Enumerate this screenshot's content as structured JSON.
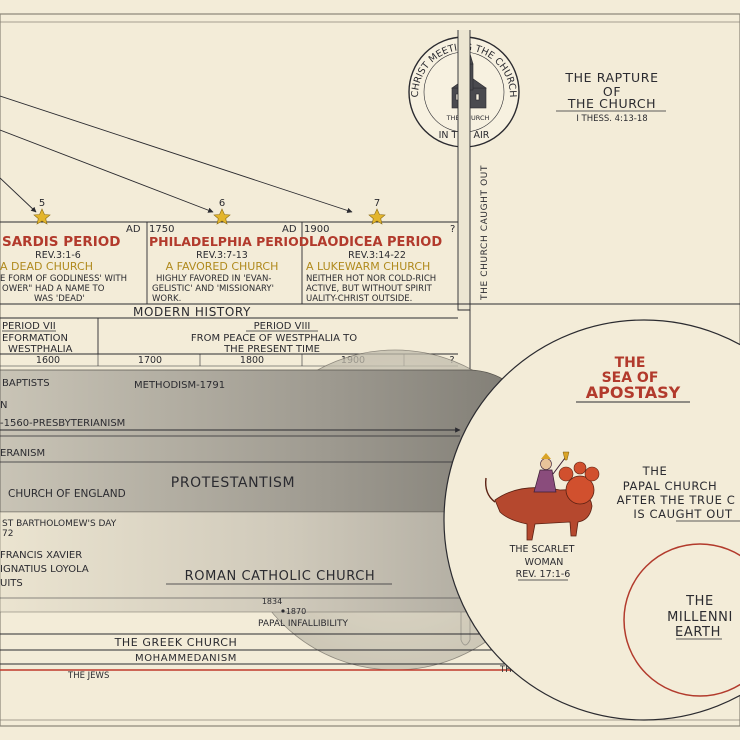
{
  "rapture": {
    "circle_text_top": "CHRIST MEETING THE CHURCH",
    "circle_text_inner": "THE CHURCH",
    "circle_text_bottom": "IN THE AIR",
    "title_line1": "THE RAPTURE",
    "title_line2": "OF",
    "title_line3": "THE CHURCH",
    "reference": "I THESS. 4:13-18",
    "column_label": "THE CHURCH CAUGHT OUT"
  },
  "church_periods": [
    {
      "number": "5",
      "era": "AD",
      "name": "SARDIS PERIOD",
      "reference": "REV.3:1-6",
      "subtitle": "A DEAD CHURCH",
      "desc_line1": "E FORM OF GODLINESS' WITH",
      "desc_line2": "OWER\" HAD A NAME TO",
      "desc_line3": "WAS 'DEAD'"
    },
    {
      "number": "6",
      "start": "1750",
      "era": "AD",
      "name": "PHILADELPHIA PERIOD",
      "reference": "REV.3:7-13",
      "subtitle": "A FAVORED CHURCH",
      "desc_line1": "HIGHLY FAVORED IN 'EVAN-",
      "desc_line2": "GELISTIC' AND 'MISSIONARY'",
      "desc_line3": "WORK."
    },
    {
      "number": "7",
      "start": "1900",
      "end": "?",
      "name": "LAODICEA PERIOD",
      "reference": "REV.3:14-22",
      "subtitle": "A LUKEWARM CHURCH",
      "desc_line1": "NEITHER HOT NOR COLD-RICH",
      "desc_line2": "ACTIVE, BUT WITHOUT SPIRIT",
      "desc_line3": "UALITY-CHRIST OUTSIDE."
    }
  ],
  "modern_history": {
    "title": "MODERN HISTORY",
    "period7_line1": "PERIOD VII",
    "period7_line2": "EFORMATION",
    "period7_line3": "WESTPHALIA",
    "period8_line1": "PERIOD VIII",
    "period8_line2": "FROM PEACE OF WESTPHALIA TO",
    "period8_line3": "THE PRESENT TIME",
    "years": [
      "1600",
      "1700",
      "1800",
      "1900",
      "?"
    ]
  },
  "streams": {
    "baptists": "BAPTISTS",
    "methodism": "METHODISM-1791",
    "n": "N",
    "presbyterianism": "-1560-PRESBYTERIANISM",
    "eranism": "ERANISM",
    "church_of_england": "CHURCH OF ENGLAND",
    "protestantism": "PROTESTANTISM",
    "bartholomew": "ST BARTHOLOMEW'S DAY",
    "bartholomew_year": "72",
    "xavier": "FRANCIS XAVIER",
    "loyola": "IGNATIUS LOYOLA",
    "jesuits": "UITS",
    "roman_catholic": "ROMAN CATHOLIC CHURCH",
    "year_1834": "1834",
    "year_1870": "1870",
    "papal_infallibility": "PAPAL INFALLIBILITY",
    "greek_church": "THE GREEK CHURCH",
    "mohammedanism": "MOHAMMEDANISM",
    "jews_left": "THE JEWS",
    "jews_right": "THE JEWS"
  },
  "apostasy": {
    "line1": "THE",
    "line2": "SEA OF",
    "line3": "APOSTASY",
    "papal_line1": "THE",
    "papal_line2": "PAPAL CHURCH",
    "papal_line3": "AFTER THE TRUE C",
    "papal_line4": "IS CAUGHT OUT",
    "scarlet_line1": "THE SCARLET",
    "scarlet_line2": "WOMAN",
    "scarlet_line3": "REV. 17:1-6"
  },
  "millennium": {
    "line1": "THE",
    "line2": "MILLENNI",
    "line3": "EARTH"
  },
  "colors": {
    "paper": "#f3ecd8",
    "ink": "#2b2b30",
    "red_title": "#b23a2c",
    "gold_subtitle": "#b08a1e",
    "jews_line": "#c0392b"
  }
}
